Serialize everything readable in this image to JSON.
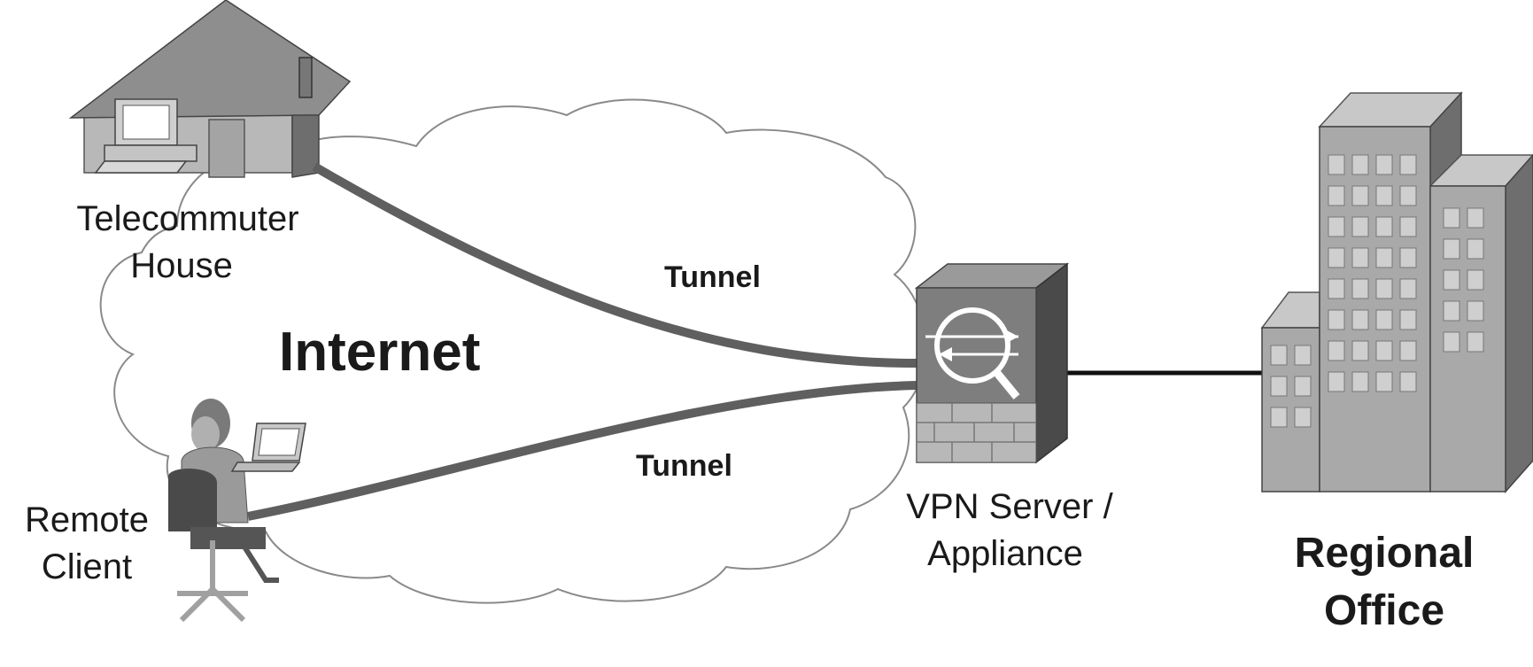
{
  "diagram": {
    "cloud_label": "Internet",
    "tunnel_top_label": "Tunnel",
    "tunnel_bottom_label": "Tunnel",
    "telecommuter": {
      "line1": "Telecommuter",
      "line2": "House"
    },
    "remote_client": {
      "line1": "Remote",
      "line2": "Client"
    },
    "vpn_server": {
      "line1": "VPN Server /",
      "line2": "Appliance"
    },
    "regional_office": {
      "line1": "Regional",
      "line2": "Office"
    }
  },
  "colors": {
    "tunnel": "#5f5f5f",
    "link": "#111111",
    "cloud_stroke": "#8a8a8a",
    "building_front": "#a9a9a9",
    "building_side": "#6e6e6e",
    "building_top": "#c8c8c8"
  }
}
